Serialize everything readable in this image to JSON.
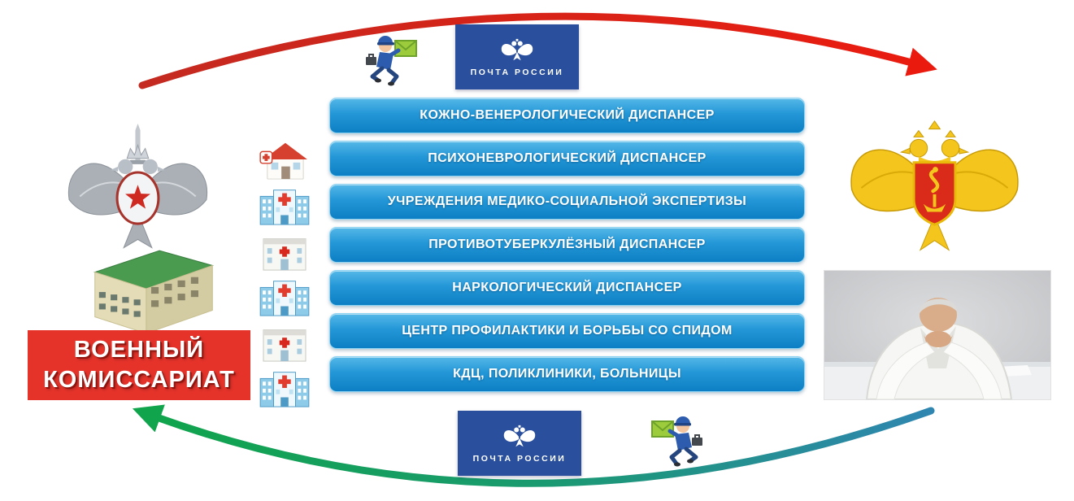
{
  "military_commissariat": {
    "name_line1": "ВОЕННЫЙ",
    "name_line2": "КОМИССАРИАТ"
  },
  "russian_post": {
    "label": "ПОЧТА РОССИИ"
  },
  "medical_institutions": [
    "КОЖНО-ВЕНЕРОЛОГИЧЕСКИЙ ДИСПАНСЕР",
    "ПСИХОНЕВРОЛОГИЧЕСКИЙ ДИСПАНСЕР",
    "УЧРЕЖДЕНИЯ МЕДИКО-СОЦИАЛЬНОЙ ЭКСПЕРТИЗЫ",
    "ПРОТИВОТУБЕРКУЛЁЗНЫЙ ДИСПАНСЕР",
    "НАРКОЛОГИЧЕСКИЙ ДИСПАНСЕР",
    "ЦЕНТР ПРОФИЛАКТИКИ И БОРЬБЫ СО СПИДОМ",
    "КДЦ, ПОЛИКЛИНИКИ, БОЛЬНИЦЫ"
  ],
  "icons": {
    "postman": "running-courier-with-green-envelope",
    "russian_post_eagle": "white-double-headed-eagle",
    "military_emblem": "gray-double-headed-eagle-red-star",
    "health_ministry_emblem": "gold-double-headed-eagle-red-shield-snake-bowl",
    "hospital_buildings": "clinic-building-icons",
    "doctor_photo": "doctor-in-white-coat-head-bowed"
  },
  "colors": {
    "institution_box_blue": "#1e8fd0",
    "banner_red": "#e5332a",
    "post_panel_blue": "#2a4f9d",
    "arrow_red": "#e42114",
    "arrow_green": "#12a24b",
    "arrow_teal": "#2f86b0",
    "emblem_gold": "#f2c51d",
    "emblem_gray": "#a9afb6",
    "star_red": "#cf2a22",
    "envelope_green": "#9ccb3c"
  }
}
